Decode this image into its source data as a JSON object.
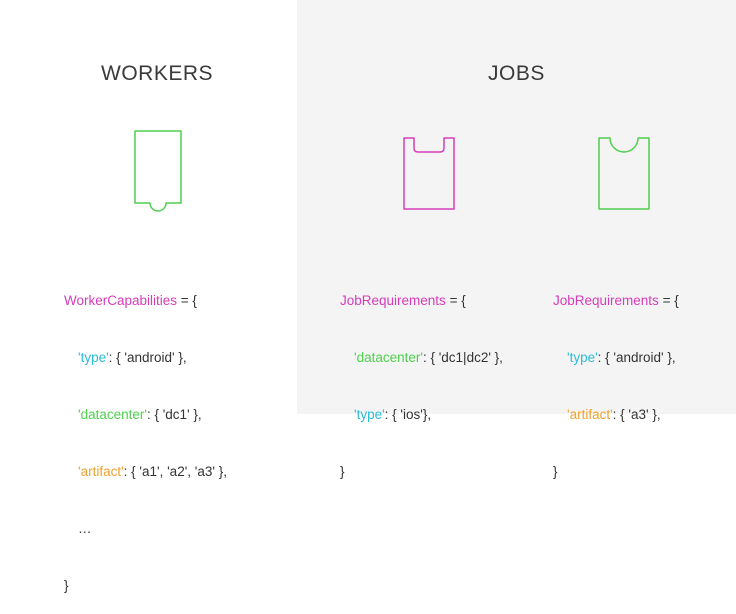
{
  "colors": {
    "magenta": "#d63cbc",
    "green": "#4fcf4f",
    "cyan": "#2bbcd6",
    "orange": "#f0a12c",
    "text": "#333333",
    "left_bg": "#ffffff",
    "right_bg": "#f4f4f4"
  },
  "workers": {
    "title": "WORKERS",
    "shape_icon": "worker-tab-shape",
    "code": {
      "name": "WorkerCapabilities",
      "assign": " = {",
      "lines": [
        {
          "key": "'type'",
          "rest": ": { 'android' },"
        },
        {
          "key": "'datacenter'",
          "rest": ": { 'dc1' },"
        },
        {
          "key": "'artifact'",
          "rest": ": { 'a1', 'a2', 'a3' },"
        }
      ],
      "ellipsis": "…",
      "close": "}"
    }
  },
  "jobs": {
    "title": "JOBS",
    "job1": {
      "shape_icon": "job-notch-shape",
      "name": "JobRequirements",
      "assign": " = {",
      "lines": [
        {
          "key": "'datacenter'",
          "rest": ": { 'dc1|dc2' },"
        },
        {
          "key": "'type'",
          "rest": ": { 'ios'},"
        }
      ],
      "close": "}"
    },
    "job2": {
      "shape_icon": "job-notch-shape",
      "name": "JobRequirements",
      "assign": " = {",
      "lines": [
        {
          "key": "'type'",
          "rest": ": { 'android' },"
        },
        {
          "key": "'artifact'",
          "rest": ": { 'a3' },"
        }
      ],
      "close": "}"
    }
  }
}
